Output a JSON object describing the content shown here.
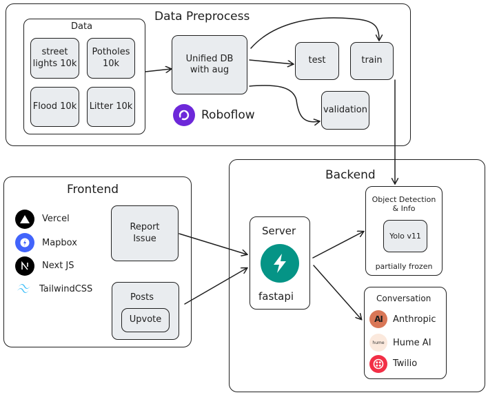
{
  "data_preprocess": {
    "title": "Data Preprocess",
    "data_group_title": "Data",
    "datasets": [
      "street lights 10k",
      "Potholes 10k",
      "Flood 10k",
      "Litter 10k"
    ],
    "unified_db": "Unified DB with aug",
    "roboflow": "Roboflow",
    "splits": {
      "test": "test",
      "train": "train",
      "validation": "validation"
    }
  },
  "frontend": {
    "title": "Frontend",
    "tools": [
      "Vercel",
      "Mapbox",
      "Next JS",
      "TailwindCSS"
    ],
    "report_issue": "Report Issue",
    "posts": "Posts",
    "upvote": "Upvote"
  },
  "backend": {
    "title": "Backend",
    "server": "Server",
    "fastapi": "fastapi",
    "object_detection": "Object Detection & Info",
    "yolo": "Yolo v11",
    "partially_frozen": "partially frozen",
    "conversation": "Conversation",
    "services": [
      "Anthropic",
      "Hume AI",
      "Twilio"
    ],
    "hume_logo_text": "hume"
  },
  "colors": {
    "box_fill": "#e9ecef",
    "stroke": "#1e1e1e",
    "roboflow": "#6d28d9",
    "mapbox": "#4264fb",
    "fastapi": "#059486",
    "anthropic": "#d97757",
    "twilio": "#f22f46",
    "tailwind": "#38bdf8"
  }
}
